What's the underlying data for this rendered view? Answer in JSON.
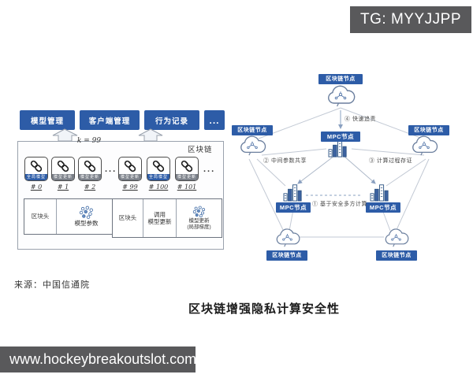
{
  "watermarks": {
    "telegram": "TG: MYYJJPP",
    "site": "www.hockeybreakoutslot.com"
  },
  "figure": {
    "caption": "区块链增强隐私计算安全性",
    "source": "来源：中国信通院"
  },
  "colors": {
    "accent_blue": "#2d5ca7",
    "badge_gray": "#59595b",
    "line_gray": "#c2c9d4"
  },
  "left_diagram": {
    "buttons": [
      "模型管理",
      "客户端管理",
      "行为记录",
      "..."
    ],
    "chain_label": "区块链",
    "k_label": "k = 99",
    "ellipsis": "...",
    "blocks": [
      {
        "num": "# 0",
        "tag": "全局模型"
      },
      {
        "num": "# 1",
        "tag": "模型更新"
      },
      {
        "num": "# 2",
        "tag": "模型更新"
      },
      {
        "num": "# 99",
        "tag": "模型更新"
      },
      {
        "num": "# 100",
        "tag": "全局模型"
      },
      {
        "num": "# 101",
        "tag": "模型更新"
      }
    ],
    "detail_global": {
      "header": "区块头",
      "body": "模型参数"
    },
    "detail_update": {
      "header": "区块头",
      "call_line1": "调用",
      "call_line2": "模型更新",
      "body_line1": "模型更新",
      "body_line2": "(局部梯度)"
    }
  },
  "right_diagram": {
    "blockchain_node": "区块链节点",
    "mpc_node": "MPC节点",
    "annotations": [
      "① 基于安全多方计算",
      "② 中间参数共享",
      "③ 计算过程存证",
      "④ 快速追责"
    ]
  }
}
